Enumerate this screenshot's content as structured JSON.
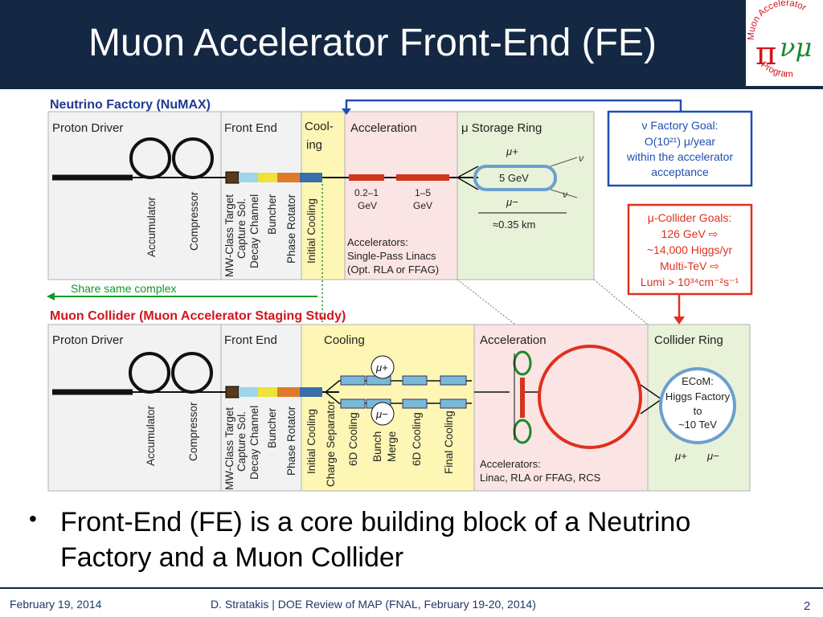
{
  "slide": {
    "title": "Muon Accelerator Front-End (FE)"
  },
  "logo": {
    "top_text": "Muon Accelerator",
    "bottom_text": "Program",
    "symbol_left": "π",
    "symbol_right": "νμ"
  },
  "colors": {
    "title_bg": "#142843",
    "nufact_title": "#1f3a93",
    "collider_title": "#d0161b",
    "goal_blue": "#1f4fb0",
    "goal_red": "#e0301e",
    "share_green": "#0a9a2a"
  },
  "diagram": {
    "nufact_title": "Neutrino Factory (NuMAX)",
    "collider_title": "Muon Collider (Muon Accelerator Staging Study)",
    "share": "Share same complex",
    "top": {
      "proton_driver": "Proton Driver",
      "accumulator": "Accumulator",
      "compressor": "Compressor",
      "front_end": "Front End",
      "fe_items": [
        "MW-Class Target",
        "Capture Sol.",
        "Decay Channel",
        "Buncher",
        "Phase Rotator"
      ],
      "cooling_header": [
        "Cool-",
        "ing"
      ],
      "initial_cooling": "Initial Cooling",
      "acceleration": "Acceleration",
      "linac1": [
        "0.2–1",
        "GeV"
      ],
      "linac2": [
        "1–5",
        "GeV"
      ],
      "accelerators": [
        "Accelerators:",
        "Single-Pass Linacs",
        "(Opt. RLA or FFAG)"
      ],
      "storage_ring": "μ Storage Ring",
      "energy": "5 GeV",
      "length": "≈0.35 km",
      "mu_plus": "μ+",
      "mu_minus": "μ−",
      "nu": "ν"
    },
    "bottom": {
      "proton_driver": "Proton Driver",
      "accumulator": "Accumulator",
      "compressor": "Compressor",
      "front_end": "Front End",
      "fe_items": [
        "MW-Class Target",
        "Capture Sol.",
        "Decay Channel",
        "Buncher",
        "Phase Rotator"
      ],
      "cooling": "Cooling",
      "cooling_items": [
        "Initial Cooling",
        "Charge Separator",
        "6D Cooling",
        "Bunch",
        "Merge",
        "6D Cooling",
        "Final Cooling"
      ],
      "mu_plus": "μ+",
      "mu_minus": "μ−",
      "acceleration": "Acceleration",
      "accelerators": [
        "Accelerators:",
        "Linac, RLA or FFAG, RCS"
      ],
      "collider_ring": "Collider Ring",
      "ring_text": [
        "ECoM:",
        "Higgs Factory",
        "to",
        "~10 TeV"
      ],
      "ring_mu_plus": "μ+",
      "ring_mu_minus": "μ−"
    },
    "goal_blue": [
      "ν Factory Goal:",
      "O(10²¹) μ/year",
      "within the accelerator",
      "acceptance"
    ],
    "goal_red": [
      "μ-Collider Goals:",
      "126 GeV ⇨",
      "~14,000 Higgs/yr",
      "Multi-TeV ⇨",
      "Lumi > 10³⁴cm⁻²s⁻¹"
    ]
  },
  "bullet": "Front-End (FE) is a core building block of a Neutrino Factory and a Muon Collider",
  "footer": {
    "date": "February 19, 2014",
    "center": "D. Stratakis | DOE Review of MAP (FNAL, February 19-20, 2014)",
    "page": "2"
  }
}
